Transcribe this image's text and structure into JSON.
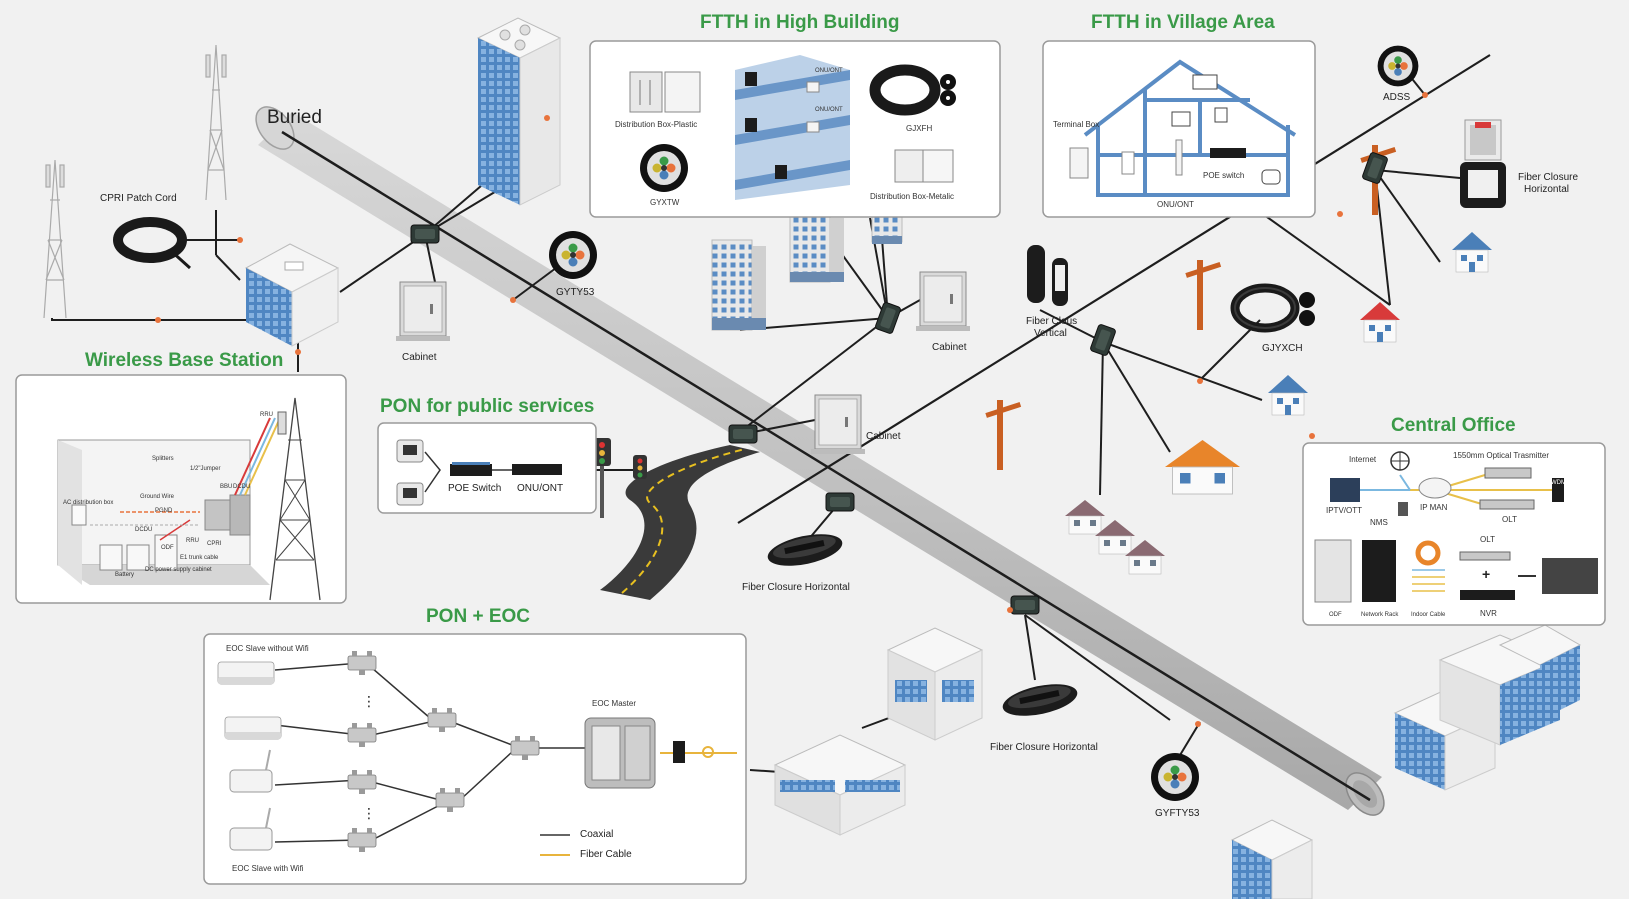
{
  "titles": {
    "ftth_high": "FTTH in High Building",
    "ftth_village": "FTTH in Village Area",
    "wireless": "Wireless Base Station",
    "pon_public": "PON for public services",
    "pon_eoc": "PON + EOC",
    "central": "Central Office"
  },
  "labels": {
    "buried": "Buried",
    "cpri": "CPRI Patch Cord",
    "cabinet1": "Cabinet",
    "cabinet2": "Cabinet",
    "cabinet3": "Cabinet",
    "gyty53": "GYTY53",
    "gyfty53": "GYFTY53",
    "fiber_closure_h1": "Fiber Closure Horizontal",
    "fiber_closure_h2": "Fiber Closure Horizontal",
    "fiber_closure_h3_line1": "Fiber Closure",
    "fiber_closure_h3_line2": "Horizontal",
    "fiber_clous_v_line1": "Fiber Clous",
    "fiber_clous_v_line2": "Vertical",
    "gjyxch": "GJYXCH",
    "adss": "ADSS"
  },
  "ftth_high": {
    "dist_plastic": "Distribution Box-Plastic",
    "dist_metalic": "Distribution Box-Metalic",
    "gjxfh": "GJXFH",
    "gyxtw": "GYXTW",
    "onu1": "ONU/ONT",
    "onu2": "ONU/ONT"
  },
  "ftth_village": {
    "terminal_box": "Terminal Box",
    "poe_switch": "POE switch",
    "onu": "ONU/ONT"
  },
  "wireless": {
    "rru": "RRU",
    "splitters": "Splitters",
    "jumper": "1/2\"Jumper",
    "ground": "Ground Wire",
    "bbu": "BBU",
    "dcdu": "DCDU",
    "acbox": "AC distribution box",
    "pgnd": "PGND",
    "dcdu2": "DCDU",
    "rru2": "RRU",
    "cpri": "CPRI",
    "odf": "ODF",
    "battery": "Battery",
    "dcpower": "DC power supply cabinet",
    "trunk": "E1 trunk cable"
  },
  "pon_public": {
    "poe": "POE Switch",
    "onu": "ONU/ONT"
  },
  "pon_eoc": {
    "slave_no_wifi": "EOC Slave without Wifi",
    "slave_wifi": "EOC Slave with Wifi",
    "master": "EOC Master",
    "legend_coax": "Coaxial",
    "legend_fiber": "Fiber Cable",
    "dots1": "⋮",
    "dots2": "⋮"
  },
  "central": {
    "internet": "Internet",
    "transmitter": "1550mm Optical Trasmitter",
    "iptv": "IPTV/OTT",
    "ipman": "IP MAN",
    "nms": "NMS",
    "olt1": "OLT",
    "olt2": "OLT",
    "odf": "ODF",
    "rack": "Network Rack",
    "indoor": "Indoor Cable",
    "nvr": "NVR",
    "plus": "+",
    "wdm": "WDM"
  },
  "colors": {
    "title_green": "#3a9a48",
    "pipe": "#c7c7c7",
    "pipe_dark": "#a6a6a6",
    "line": "#1e1e1e",
    "dot": "#e8733c",
    "pole": "#d2692a",
    "building_blue": "#4a7fb8",
    "roof_red": "#d83a3a",
    "roof_orange": "#e8852a",
    "fiber_yellow": "#e8b43c"
  }
}
